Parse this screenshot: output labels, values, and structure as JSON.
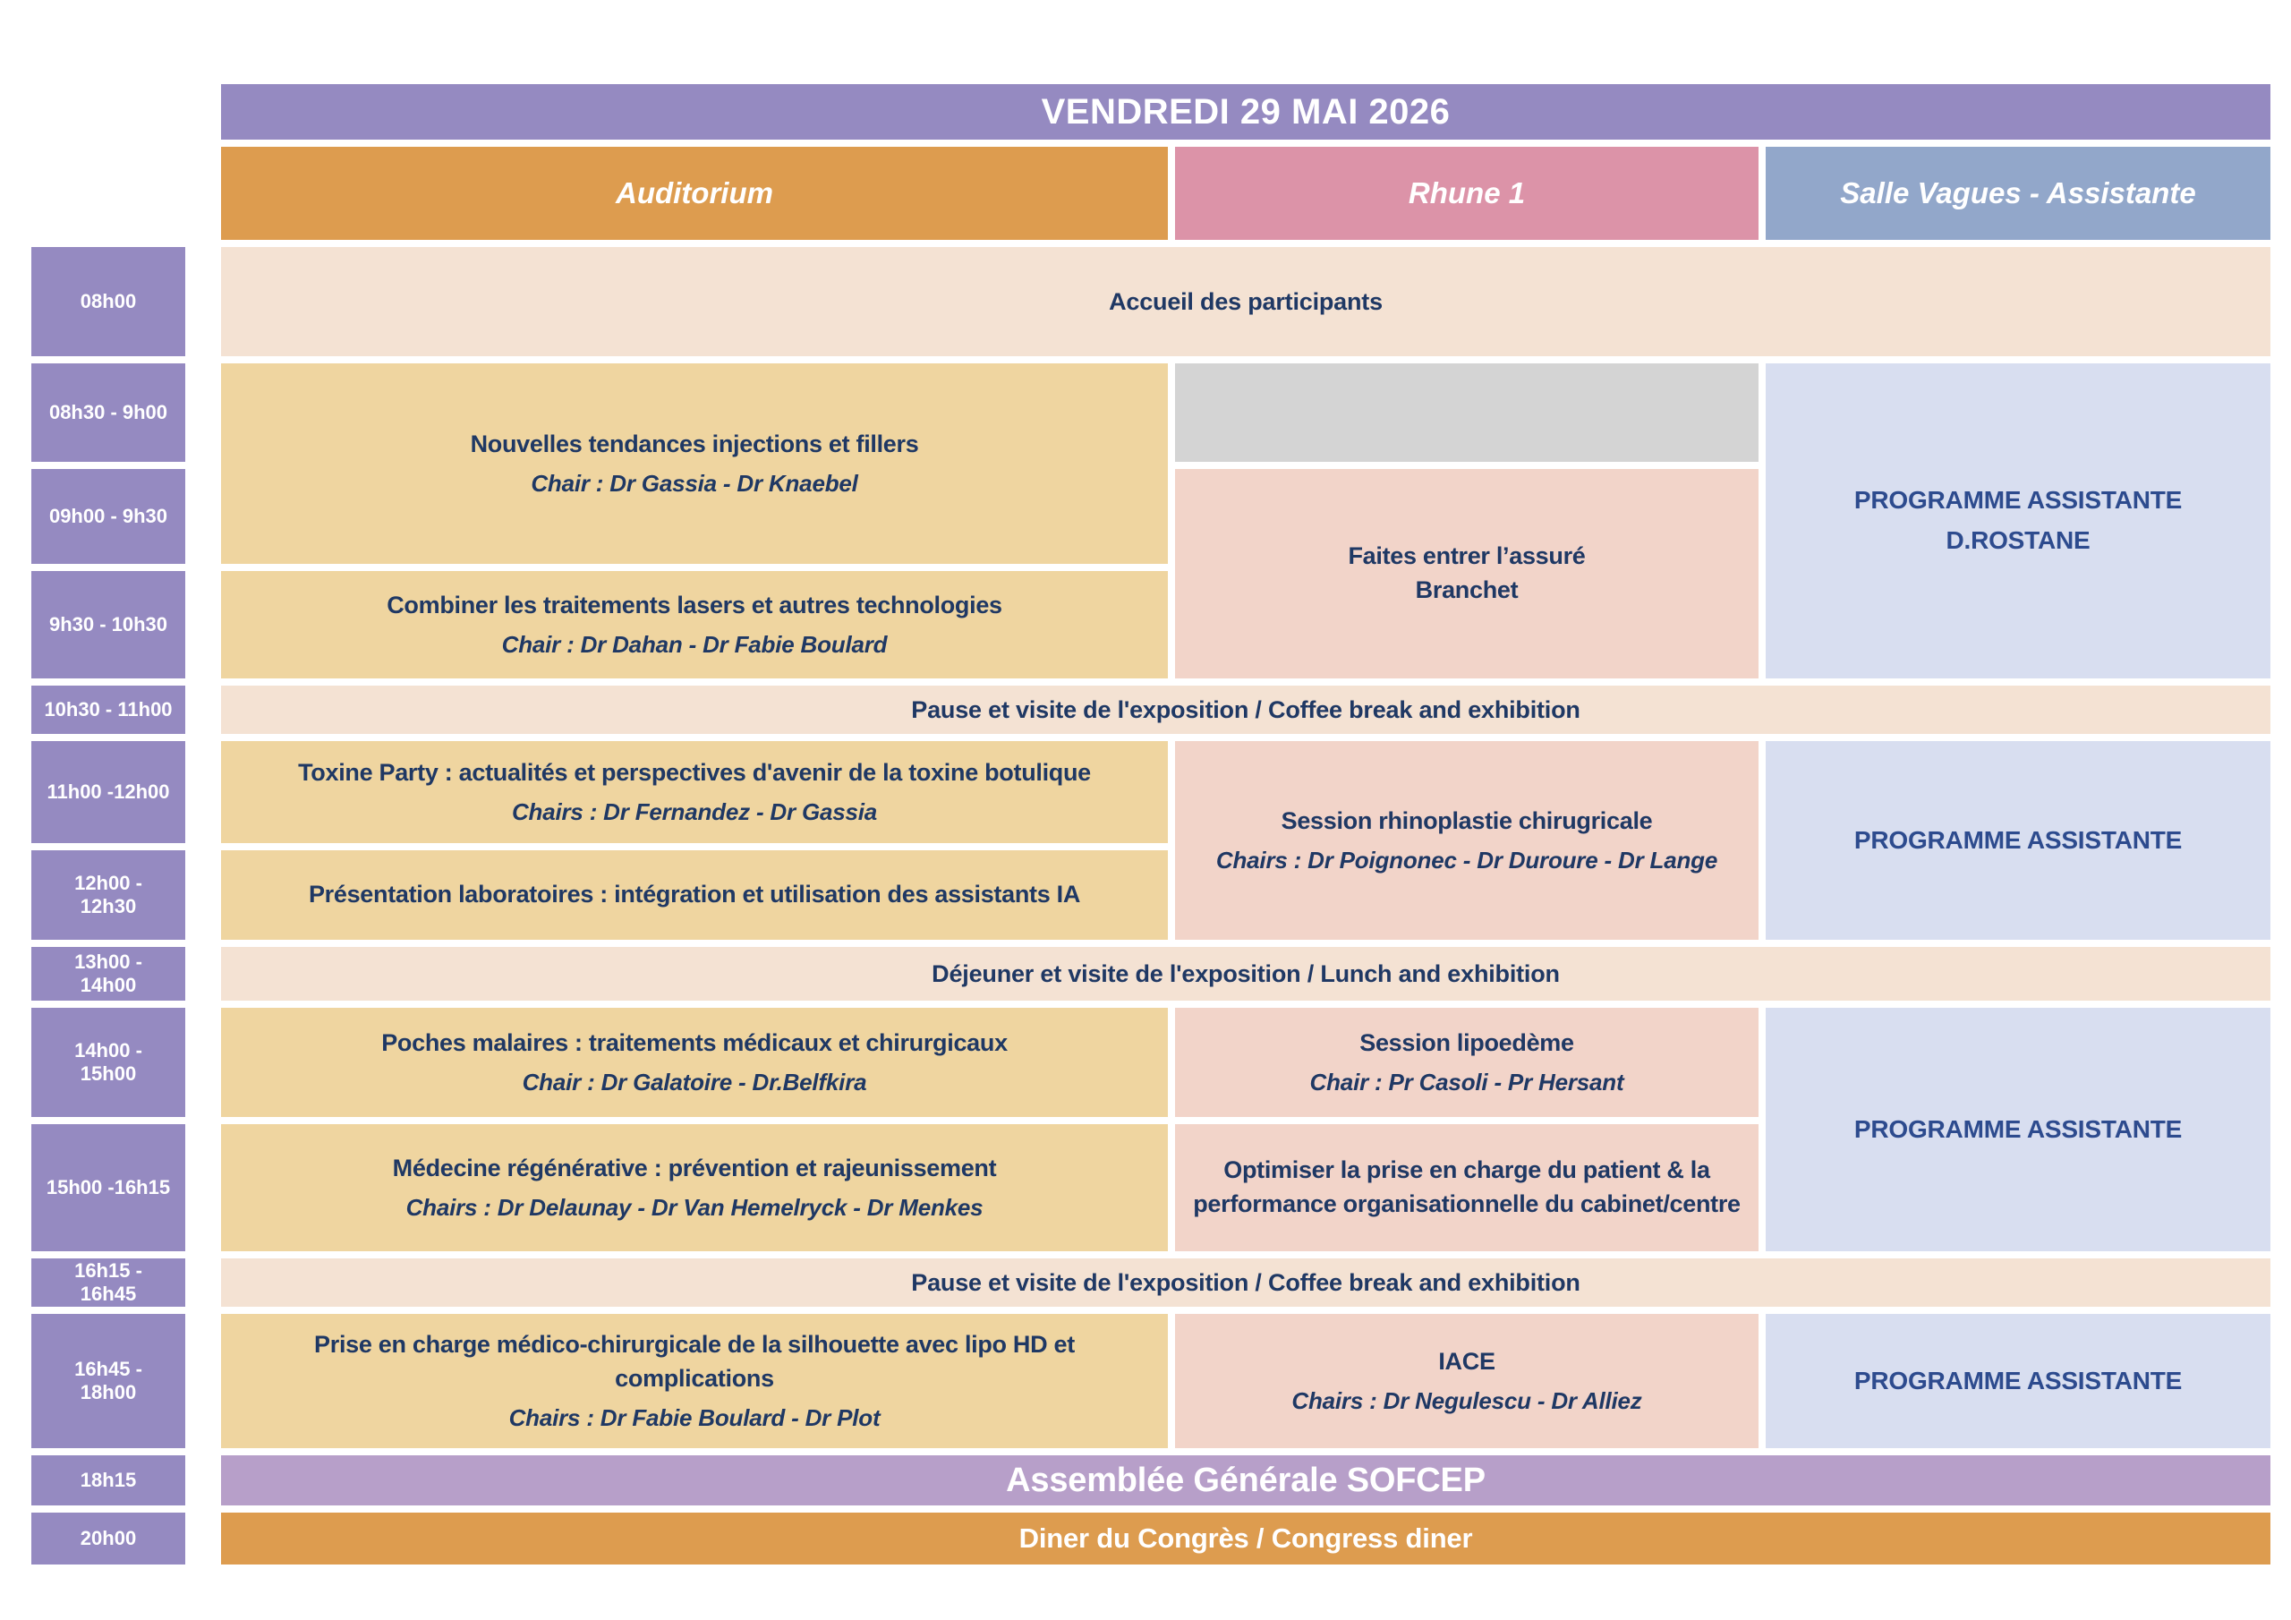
{
  "header": {
    "title": "VENDREDI 29 MAI 2026"
  },
  "columns": {
    "auditorium": "Auditorium",
    "rhune": "Rhune 1",
    "salle": "Salle Vagues - Assistante"
  },
  "times": {
    "t0800": "08h00",
    "t0830": "08h30 - 9h00",
    "t0900": "09h00 - 9h30",
    "t0930": "9h30 - 10h30",
    "t1030": "10h30 - 11h00",
    "t1100": "11h00 -12h00",
    "t1200": "12h00 - 12h30",
    "t1300": "13h00 - 14h00",
    "t1400": "14h00 - 15h00",
    "t1500": "15h00 -16h15",
    "t1615": "16h15 - 16h45",
    "t1645": "16h45 - 18h00",
    "t1815": "18h15",
    "t2000": "20h00"
  },
  "sessions": {
    "accueil": {
      "title": "Accueil des participants"
    },
    "injections": {
      "title": "Nouvelles tendances injections et fillers",
      "chairs": "Chair : Dr Gassia - Dr Knaebel"
    },
    "lasers": {
      "title": "Combiner les traitements lasers et autres technologies",
      "chairs": "Chair : Dr Dahan - Dr Fabie Boulard"
    },
    "branchet": {
      "title": "Faites entrer l’assuré",
      "title2": "Branchet"
    },
    "rostane": {
      "title": "PROGRAMME ASSISTANTE",
      "subtitle": "D.ROSTANE"
    },
    "pause": {
      "title": "Pause et visite de l'exposition / Coffee break and exhibition"
    },
    "toxine": {
      "title": "Toxine Party : actualités et perspectives d'avenir de la toxine botulique",
      "chairs": "Chairs : Dr Fernandez - Dr Gassia"
    },
    "laboratoires": {
      "title": "Présentation laboratoires : intégration et utilisation des assistants IA"
    },
    "rhinoplastie": {
      "title": "Session rhinoplastie chirugricale",
      "chairs": "Chairs : Dr Poignonec - Dr Duroure - Dr Lange"
    },
    "assistante": {
      "title": "PROGRAMME ASSISTANTE"
    },
    "dejeuner": {
      "title": "Déjeuner et visite de l'exposition / Lunch and exhibition"
    },
    "poches": {
      "title": "Poches malaires : traitements médicaux et chirurgicaux",
      "chairs": "Chair : Dr Galatoire - Dr.Belfkira"
    },
    "regenerative": {
      "title": "Médecine régénérative : prévention et rajeunissement",
      "chairs": "Chairs : Dr Delaunay - Dr Van Hemelryck - Dr Menkes"
    },
    "lipoedeme": {
      "title": "Session lipoedème",
      "chairs": "Chair : Pr Casoli - Pr Hersant"
    },
    "optimiser": {
      "title": "Optimiser la prise en charge du patient & la performance organisationnelle du cabinet/centre"
    },
    "silhouette": {
      "title": "Prise en charge médico-chirurgicale de la silhouette avec lipo HD et complications",
      "chairs": "Chairs : Dr Fabie Boulard - Dr Plot"
    },
    "iace": {
      "title": "IACE",
      "chairs": "Chairs : Dr Negulescu - Dr Alliez"
    },
    "ag": {
      "title": "Assemblée Générale SOFCEP"
    },
    "diner": {
      "title": "Diner du Congrès / Congress diner"
    }
  },
  "colors": {
    "band_purple": "#958AC1",
    "ag_purple": "#B79FC9",
    "auditorium_header": "#DD9C4F",
    "auditorium_cell": "#EFD5A0",
    "rhune_header": "#DC93A8",
    "rhune_cell": "#F2D4C9",
    "salle_header": "#92A7CA",
    "salle_cell": "#D8DEF0",
    "break_cell": "#F4E2D3",
    "empty_cell": "#D4D4D4",
    "text_navy": "#1F3864",
    "text_assist": "#2D4B8E"
  }
}
